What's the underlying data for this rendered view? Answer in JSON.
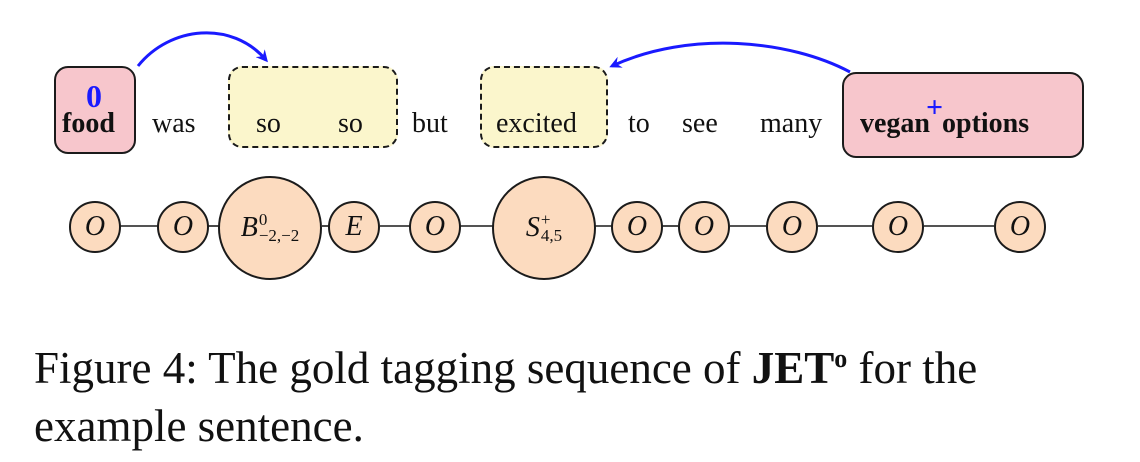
{
  "words": [
    "food",
    "was",
    "so",
    "so",
    "but",
    "excited",
    "to",
    "see",
    "many",
    "vegan",
    "options"
  ],
  "sentiment_marks": {
    "food": "0",
    "options": "+"
  },
  "tags": [
    {
      "base": "O"
    },
    {
      "base": "O"
    },
    {
      "base": "B",
      "sup": "0",
      "sub": "−2,−2"
    },
    {
      "base": "E"
    },
    {
      "base": "O"
    },
    {
      "base": "S",
      "sup": "+",
      "sub": "4,5"
    },
    {
      "base": "O"
    },
    {
      "base": "O"
    },
    {
      "base": "O"
    },
    {
      "base": "O"
    },
    {
      "base": "O"
    }
  ],
  "caption": {
    "prefix": "Figure 4: The gold tagging sequence of ",
    "bold": "JET",
    "sup": "o",
    "suffix": " for the example sentence."
  },
  "colors": {
    "target_box": "#f7c6cc",
    "opinion_box": "#fbf6cc",
    "tag_fill": "#fcdbbf",
    "arrow": "#1a1aff"
  }
}
